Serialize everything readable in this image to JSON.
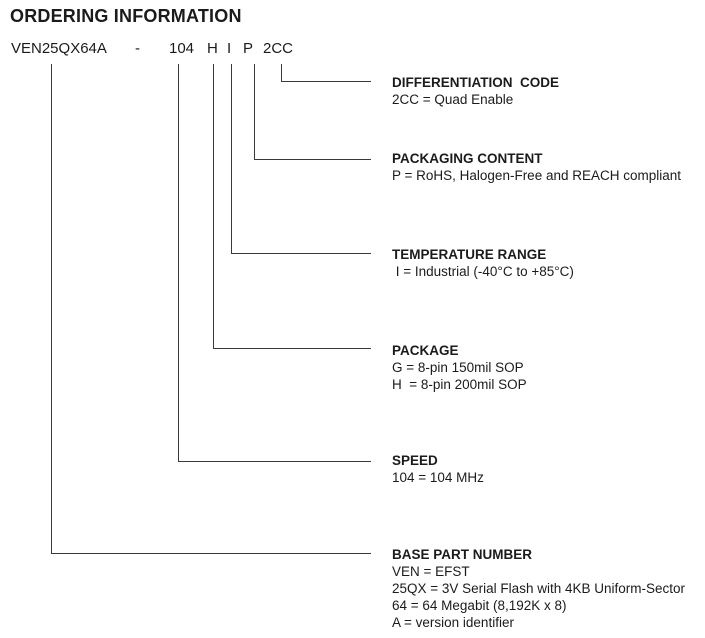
{
  "page": {
    "title": "ORDERING INFORMATION",
    "background_color": "#ffffff",
    "text_color": "#1b1b1b",
    "connector_line_color": "#3a3a3a"
  },
  "part_number": {
    "full": "VEN25QX64A - 104 H I P 2CC",
    "segments": [
      {
        "text": "VEN25QX64A",
        "field": "base-part-number"
      },
      {
        "text": "-",
        "field": "separator"
      },
      {
        "text": "104",
        "field": "speed"
      },
      {
        "text": "H",
        "field": "package"
      },
      {
        "text": "I",
        "field": "temperature-range"
      },
      {
        "text": "P",
        "field": "packaging-content"
      },
      {
        "text": "2CC",
        "field": "differentiation-code"
      }
    ]
  },
  "callouts": [
    {
      "field": "differentiation-code",
      "title": "DIFFERENTIATION  CODE",
      "lines": [
        "2CC = Quad Enable"
      ]
    },
    {
      "field": "packaging-content",
      "title": "PACKAGING CONTENT",
      "lines": [
        "P = RoHS, Halogen-Free and REACH compliant"
      ]
    },
    {
      "field": "temperature-range",
      "title": "TEMPERATURE RANGE",
      "lines": [
        " I = Industrial (-40°C to +85°C)"
      ]
    },
    {
      "field": "package",
      "title": "PACKAGE",
      "lines": [
        "G = 8-pin 150mil SOP",
        "H  = 8-pin 200mil SOP"
      ]
    },
    {
      "field": "speed",
      "title": "SPEED",
      "lines": [
        "104 = 104 MHz"
      ]
    },
    {
      "field": "base-part-number",
      "title": "BASE PART NUMBER",
      "lines": [
        "VEN = EFST",
        "25QX = 3V Serial Flash with 4KB Uniform-Sector",
        "64 = 64 Megabit (8,192K x 8)",
        "A = version identifier"
      ]
    }
  ]
}
